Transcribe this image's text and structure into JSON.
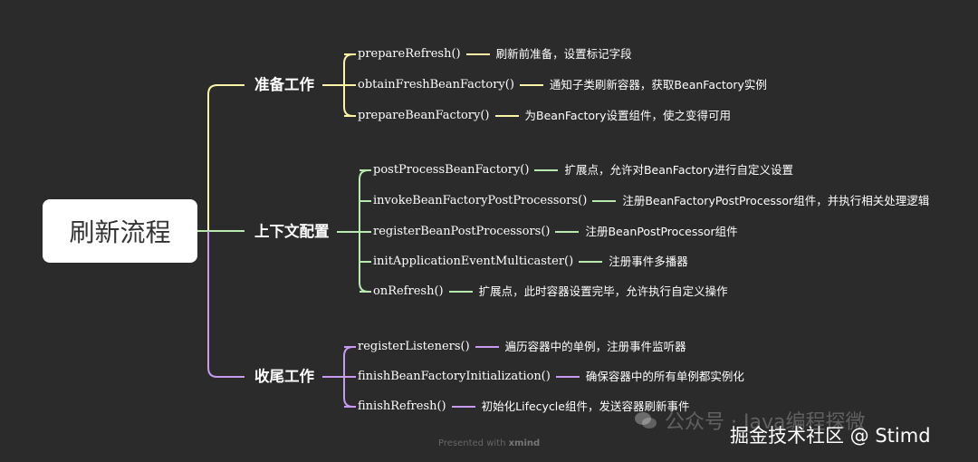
{
  "root": {
    "label": "刷新流程"
  },
  "colors": {
    "background": "#2b2b2b",
    "branch1": "#fdf3a7",
    "branch2": "#b8eab0",
    "branch3": "#c79af0"
  },
  "branches": [
    {
      "label": "准备工作",
      "items": [
        {
          "fn": "prepareRefresh()",
          "desc": "刷新前准备，设置标记字段"
        },
        {
          "fn": "obtainFreshBeanFactory()",
          "desc": "通知子类刷新容器，获取BeanFactory实例"
        },
        {
          "fn": "prepareBeanFactory()",
          "desc": "为BeanFactory设置组件，使之变得可用"
        }
      ]
    },
    {
      "label": "上下文配置",
      "items": [
        {
          "fn": "postProcessBeanFactory()",
          "desc": "扩展点，允许对BeanFactory进行自定义设置"
        },
        {
          "fn": "invokeBeanFactoryPostProcessors()",
          "desc": "注册BeanFactoryPostProcessor组件，并执行相关处理逻辑"
        },
        {
          "fn": "registerBeanPostProcessors()",
          "desc": "注册BeanPostProcessor组件"
        },
        {
          "fn": "initApplicationEventMulticaster()",
          "desc": "注册事件多播器"
        },
        {
          "fn": "onRefresh()",
          "desc": "扩展点，此时容器设置完毕，允许执行自定义操作"
        }
      ]
    },
    {
      "label": "收尾工作",
      "items": [
        {
          "fn": "registerListeners()",
          "desc": "遍历容器中的单例，注册事件监听器"
        },
        {
          "fn": "finishBeanFactoryInitialization()",
          "desc": "确保容器中的所有单例都实例化"
        },
        {
          "fn": "finishRefresh()",
          "desc": "初始化Lifecycle组件，发送容器刷新事件"
        }
      ]
    }
  ],
  "footer": {
    "prefix": "Presented with",
    "brand": "xmind"
  },
  "watermark": {
    "text": "公众号 · Java编程探微",
    "icon": "wechat-icon"
  },
  "credit": "掘金技术社区 @ Stimd"
}
